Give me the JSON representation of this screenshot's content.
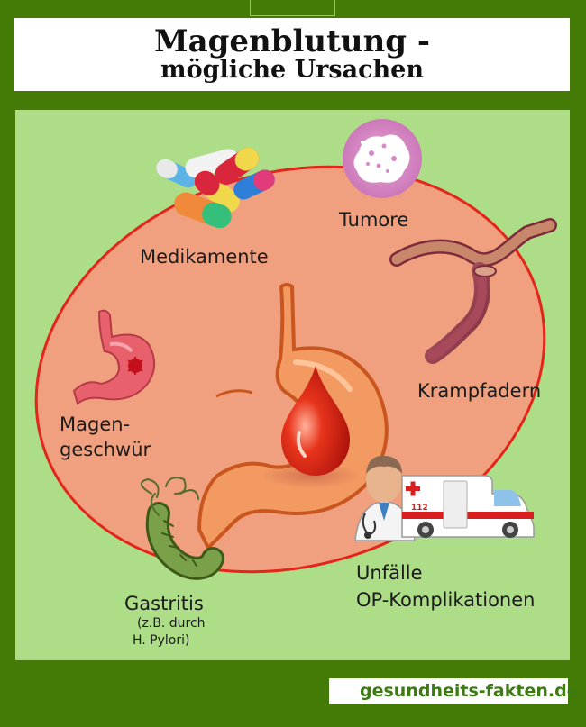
{
  "header": {
    "title_line1": "Magenblutung -",
    "title_line2": "mögliche Ursachen"
  },
  "causes": {
    "medikamente": "Medikamente",
    "tumore": "Tumore",
    "krampfadern": "Krampfadern",
    "magen_line1": "Magen-",
    "magen_line2": "geschwür",
    "gastritis": "Gastritis",
    "gastritis_note1": "(z.B. durch",
    "gastritis_note2": "H. Pylori)",
    "unfaelle": "Unfälle",
    "op": "OP-Komplikationen"
  },
  "ambulance_number": "112",
  "footer": {
    "brand": "gesundheits-fakten.de"
  },
  "colors": {
    "background": "#447a06",
    "panel": "#addd87",
    "ellipse_fill": "#f0a07e",
    "ellipse_stroke": "#e3251b",
    "footer_brand": "#3d7a12"
  },
  "icons": [
    "pills-icon",
    "tumor-cell-icon",
    "varicose-vein-icon",
    "stomach-ulcer-icon",
    "stomach-icon",
    "blood-drop-icon",
    "bacterium-icon",
    "doctor-icon",
    "ambulance-icon",
    "cross-logo-icon"
  ]
}
